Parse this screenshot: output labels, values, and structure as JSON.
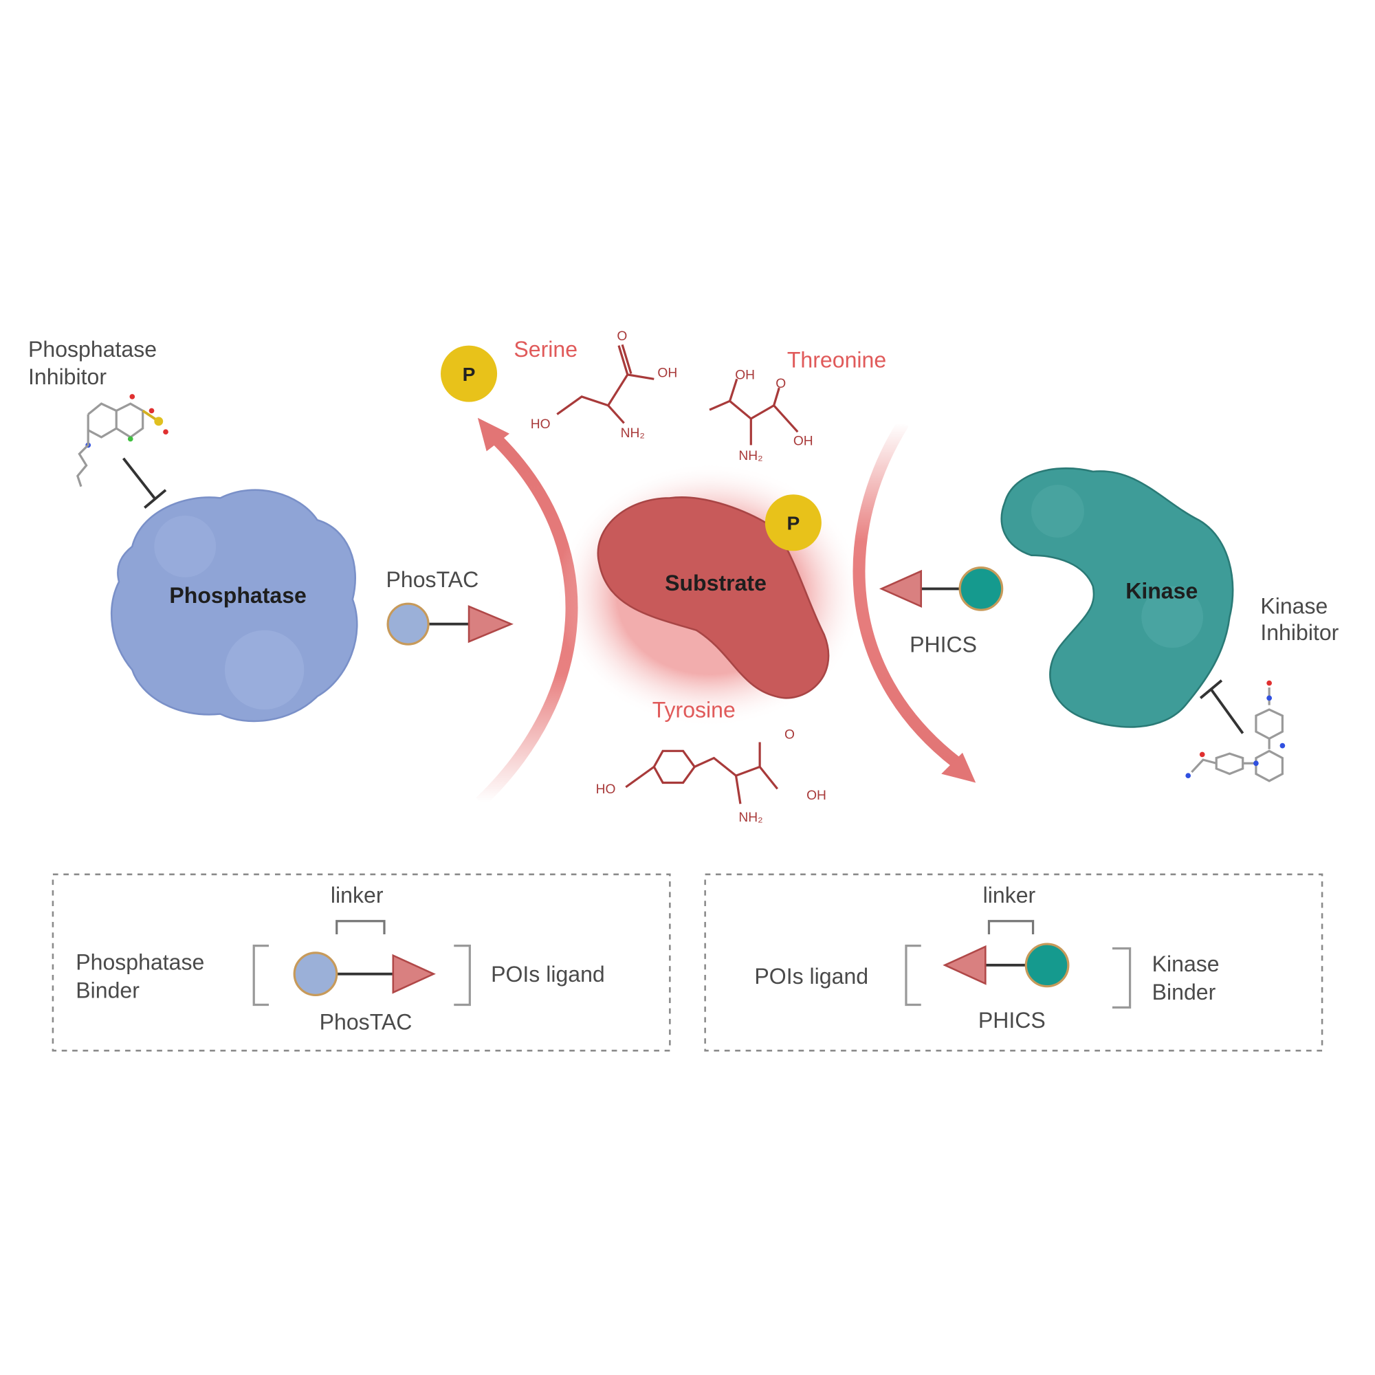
{
  "labels": {
    "phosphatase_inhibitor": [
      "Phosphatase",
      "Inhibitor"
    ],
    "kinase_inhibitor": [
      "Kinase",
      "Inhibitor"
    ],
    "phosphatase": "Phosphatase",
    "substrate": "Substrate",
    "kinase": "Kinase",
    "phostac": "PhosTAC",
    "phics": "PHICS",
    "phospho": "P",
    "serine": "Serine",
    "threonine": "Threonine",
    "tyrosine": "Tyrosine"
  },
  "molecule_atoms": {
    "oh": "OH",
    "ho": "HO",
    "o": "O",
    "nh2": "NH₂"
  },
  "legend_left": {
    "linker": "linker",
    "binder": [
      "Phosphatase",
      "Binder"
    ],
    "name": "PhosTAC",
    "ligand": "POIs ligand"
  },
  "legend_right": {
    "linker": "linker",
    "binder": [
      "Kinase",
      "Binder"
    ],
    "name": "PHICS",
    "ligand": "POIs ligand"
  },
  "colors": {
    "phosphatase": "#8fa4d6",
    "substrate": "#c85a5a",
    "kinase": "#3e9c98",
    "phospho": "#e8c21a",
    "arrow": "#e88080",
    "amino_acid_text": "#e05a5a"
  }
}
